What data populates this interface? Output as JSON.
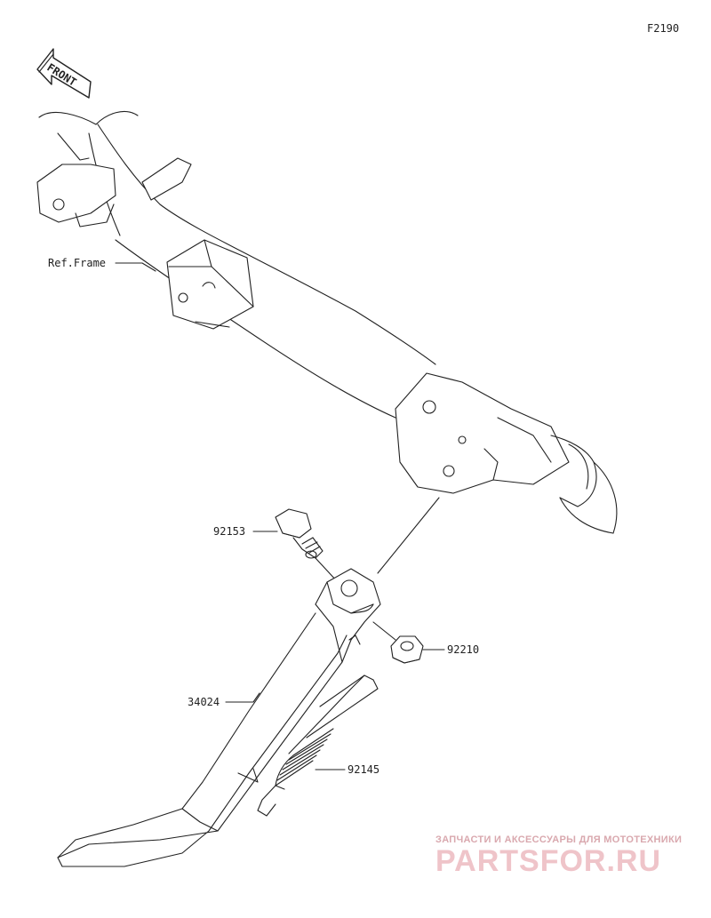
{
  "diagram": {
    "figure_code": "F2190",
    "front_label": "FRONT",
    "ref_label": "Ref.Frame",
    "parts": [
      {
        "number": "92153"
      },
      {
        "number": "92210"
      },
      {
        "number": "34024"
      },
      {
        "number": "92145"
      }
    ]
  },
  "watermark": {
    "tagline": "ЗАПЧАСТИ И АКСЕССУАРЫ ДЛЯ МОТОТЕХНИКИ",
    "brand": "PARTSFOR.RU",
    "color": "#e8b4ba"
  }
}
